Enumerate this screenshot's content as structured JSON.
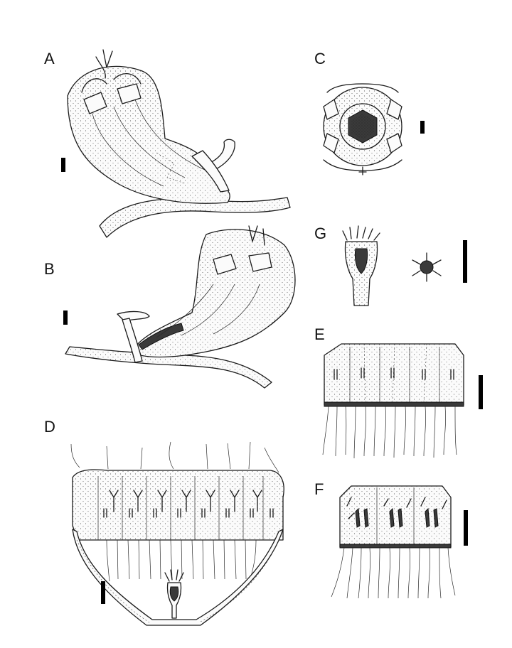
{
  "panels": {
    "A": "A",
    "B": "B",
    "C": "C",
    "D": "D",
    "E": "E",
    "F": "F",
    "G": "G"
  },
  "colors": {
    "ink": "#1a1a1a",
    "paper": "#ffffff",
    "scale_bar": "#000000"
  }
}
